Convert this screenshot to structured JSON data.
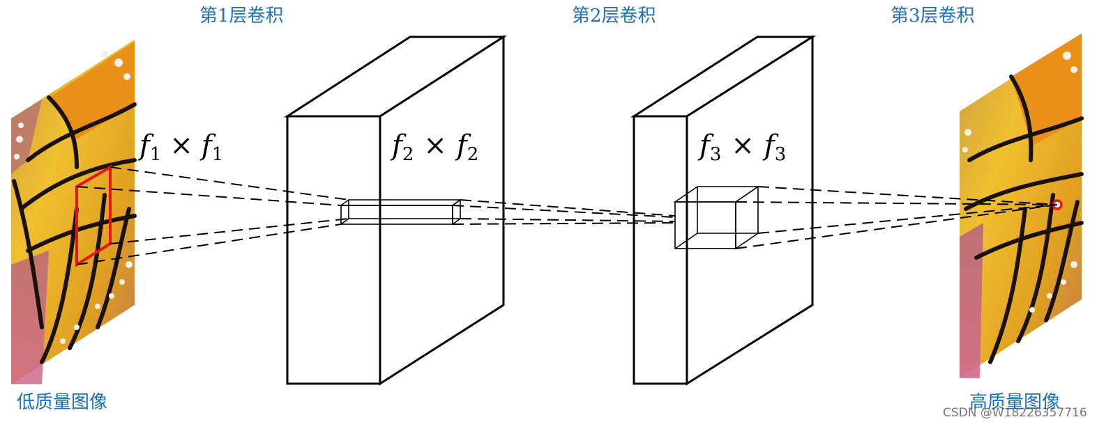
{
  "labels": {
    "conv1": "第1层卷积",
    "conv2": "第2层卷积",
    "conv3": "第3层卷积",
    "low_quality": "低质量图像",
    "high_quality": "高质量图像"
  },
  "kernels": {
    "k1": {
      "var": "f",
      "sub": "1",
      "times": "×"
    },
    "k2": {
      "var": "f",
      "sub": "2",
      "times": "×"
    },
    "k3": {
      "var": "f",
      "sub": "3",
      "times": "×"
    }
  },
  "watermark": "CSDN @W18226357716",
  "colors": {
    "label_blue": "#1a6fbf",
    "patch_red": "#e8141a",
    "line": "#000000"
  }
}
